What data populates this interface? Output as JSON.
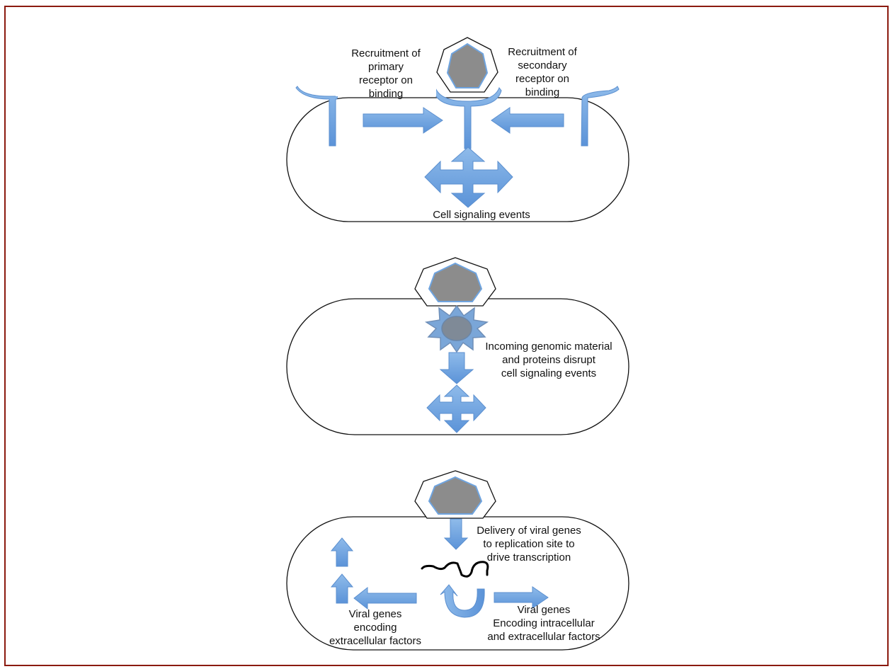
{
  "panel_top": {
    "left_label": "Recruitment of\nprimary\nreceptor on\nbinding",
    "right_label": "Recruitment of\nsecondary\nreceptor on\nbinding",
    "bottom_label": "Cell signaling events"
  },
  "panel_middle": {
    "label": "Incoming genomic material\nand proteins disrupt\ncell signaling events"
  },
  "panel_bottom": {
    "delivery_label": "Delivery of viral genes\nto replication site to\ndrive transcription",
    "left_genes_label": "Viral genes\nencoding\nextracellular factors",
    "right_genes_label": "Viral genes\nEncoding intracellular\nand extracellular factors"
  },
  "colors": {
    "border": "#8b1a0f",
    "arrow": "#6fa4df",
    "arrow_stroke": "#5b8fcf",
    "virus_core": "#8c8c8c",
    "cell_outline": "#111111"
  }
}
